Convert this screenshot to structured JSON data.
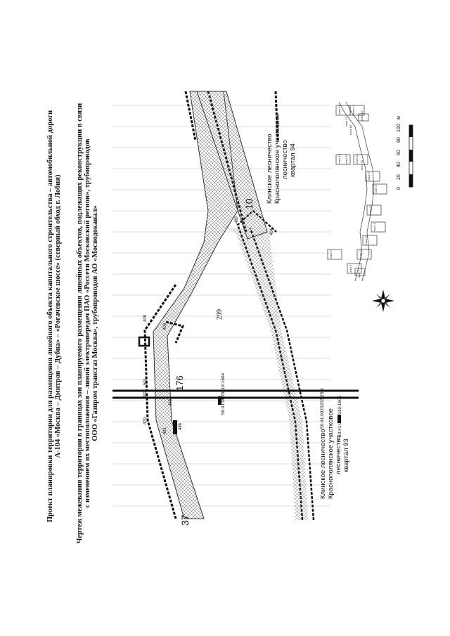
{
  "page_number": "299",
  "title": {
    "line1": "Проект планировки территории для размещения линейного объекта капитального строительства – автомобильной дороги",
    "line2": "А-104 «Москва – Дмитров – Дубна» – «Рогачевское шоссе» (северный обход г. Лобня)"
  },
  "subtitle": {
    "line1": "Чертеж межевания территории в границах зон планируемого размещения линейных объектов, подлежащих реконструкции в связи",
    "line2": "с изменением их местоположения – линий электропередач ПАО «Россети Московский регион», трубопроводов",
    "line3": "ООО «Газпром трансгаз Москва», трубопроводов АО «Мосводоканал»"
  },
  "forest_labels": {
    "q94": [
      "Клинское лесничество",
      "Краснополянское участковое",
      "лесничество",
      "квартал 94"
    ],
    "q93": [
      "Клинское лесничество",
      "Краснополянское участковое",
      "лесничество",
      "квартал 93"
    ]
  },
  "map_labels": {
    "seg37": "37",
    "seg10": "10",
    "seg176": "176",
    "cad1": "50:41:0020119:1604",
    "cad2": "50:41:0020203:25/4",
    "cad3": "50:41:0020119:1605",
    "pts": [
      "479",
      "486",
      "481",
      "493",
      "402",
      "501",
      "408",
      "409",
      "404",
      "489"
    ]
  },
  "scale_bar": {
    "ticks": [
      "0",
      "20",
      "40",
      "60",
      "80",
      "100"
    ],
    "unit": "м"
  },
  "inset_labels": [
    "лист 1",
    "лист 2",
    "лист 3",
    "лист 4",
    "лист 5",
    "лист 6",
    "лист 7",
    "лист 8",
    "лист 9",
    "лист 10",
    "лист 11",
    "лист 12",
    "лист 13",
    "лист 14",
    "лист 15",
    "лист 16",
    "лист 17",
    "лист 18"
  ],
  "colors": {
    "ink": "#111111",
    "hatch": "#555555",
    "grid": "#b8b8b8"
  }
}
